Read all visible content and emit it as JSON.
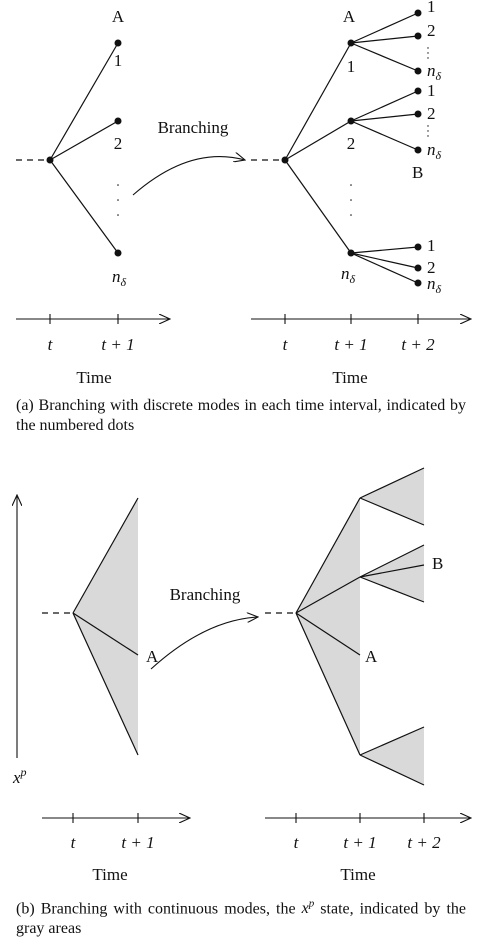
{
  "panel_a": {
    "branching": "Branching",
    "left_tree": {
      "top_label": "A",
      "node_labels": [
        "1",
        "2"
      ],
      "bottom_label_base": "n",
      "bottom_label_sub": "δ"
    },
    "right_tree": {
      "top_label": "A",
      "mid_nodes": [
        "1",
        "2"
      ],
      "bottom_node_base": "n",
      "bottom_node_sub": "δ",
      "leaf_labels": [
        "1",
        "2"
      ],
      "leaf_n_base": "n",
      "leaf_n_sub": "δ",
      "marker_b": "B"
    },
    "axis_left": {
      "ticks": [
        "t",
        "t + 1"
      ],
      "title": "Time"
    },
    "axis_right": {
      "ticks": [
        "t",
        "t + 1",
        "t + 2"
      ],
      "title": "Time"
    },
    "caption": "(a) Branching with discrete modes in each time interval, indicated by the numbered dots"
  },
  "panel_b": {
    "branching": "Branching",
    "left_label_a": "A",
    "right_label_a": "A",
    "right_label_b": "B",
    "y_axis_label_base": "x",
    "y_axis_label_sup": "p",
    "axis_left": {
      "ticks": [
        "t",
        "t + 1"
      ],
      "title": "Time"
    },
    "axis_right": {
      "ticks": [
        "t",
        "t + 1",
        "t + 2"
      ],
      "title": "Time"
    },
    "caption_pre": "(b) Branching with continuous modes, the ",
    "caption_var_base": "x",
    "caption_var_sup": "p",
    "caption_post": " state, indicated by the gray areas"
  },
  "colors": {
    "ink": "#111111",
    "gray_area": "#d9d9d9"
  }
}
